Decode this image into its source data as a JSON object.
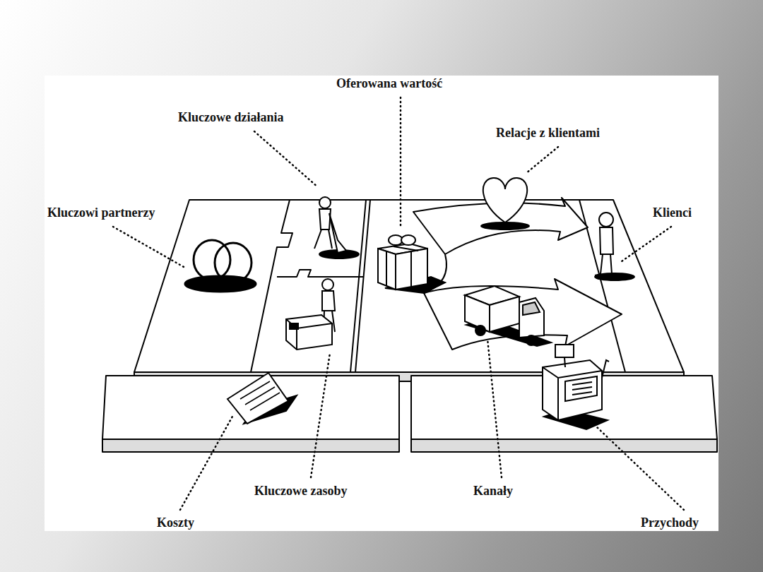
{
  "diagram": {
    "labels": [
      "Oferowana wartość",
      "Kluczowe działania",
      "Relacje z klientami",
      "Kluczowi partnerzy",
      "Klienci",
      "Kluczowe zasoby",
      "Kanały",
      "Koszty",
      "Przychody"
    ]
  }
}
